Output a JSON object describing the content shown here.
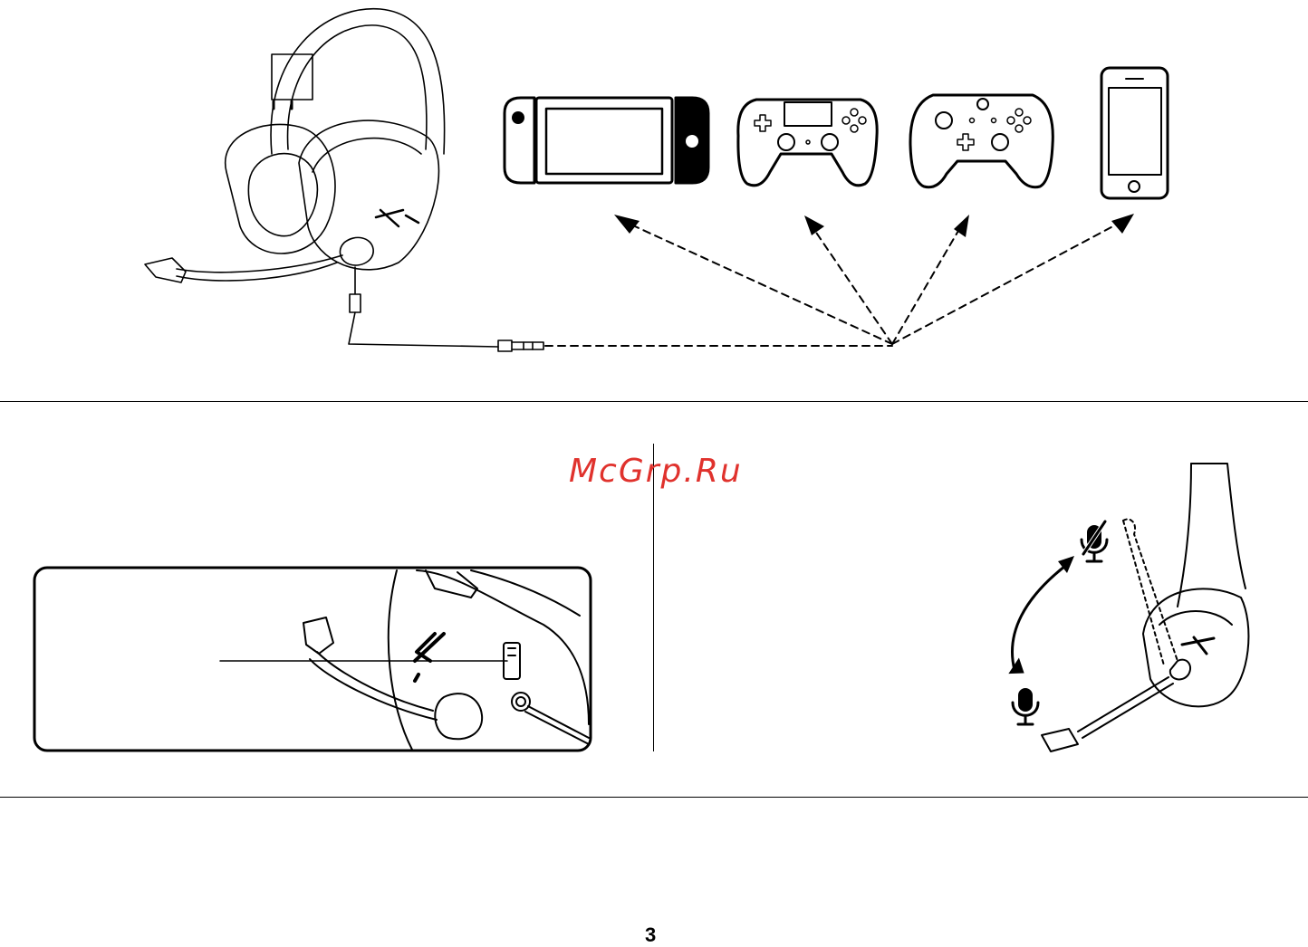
{
  "watermark": {
    "text": "McGrp.Ru"
  },
  "footer": {
    "page_number": "3"
  },
  "devices": [
    {
      "name": "nintendo-switch"
    },
    {
      "name": "ps4-controller"
    },
    {
      "name": "xbox-controller"
    },
    {
      "name": "mobile-phone"
    }
  ],
  "icons": {
    "mic_muted": "mic-muted-icon",
    "mic_active": "mic-icon"
  },
  "colors": {
    "line": "#000000",
    "watermark": "#e0322d",
    "background": "#ffffff"
  }
}
